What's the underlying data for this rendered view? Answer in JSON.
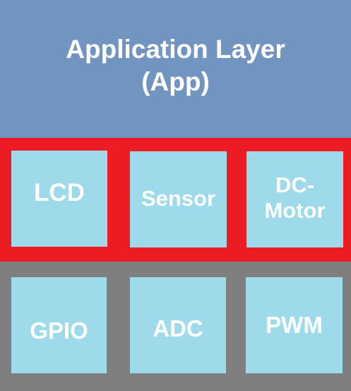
{
  "application_layer": {
    "title_line1": "Application Layer",
    "title_line2": "(App)",
    "color": "#7294c1"
  },
  "hal_layer": {
    "color": "#ed1c24",
    "modules": [
      {
        "label": "LCD"
      },
      {
        "label": "Sensor"
      },
      {
        "label_line1": "DC-",
        "label_line2": "Motor"
      }
    ]
  },
  "mcal_layer": {
    "color": "#7f7f7f",
    "modules": [
      {
        "label": "GPIO"
      },
      {
        "label": "ADC"
      },
      {
        "label": "PWM"
      }
    ]
  },
  "module_color": "#9ddaea",
  "text_color": "#ffffff"
}
